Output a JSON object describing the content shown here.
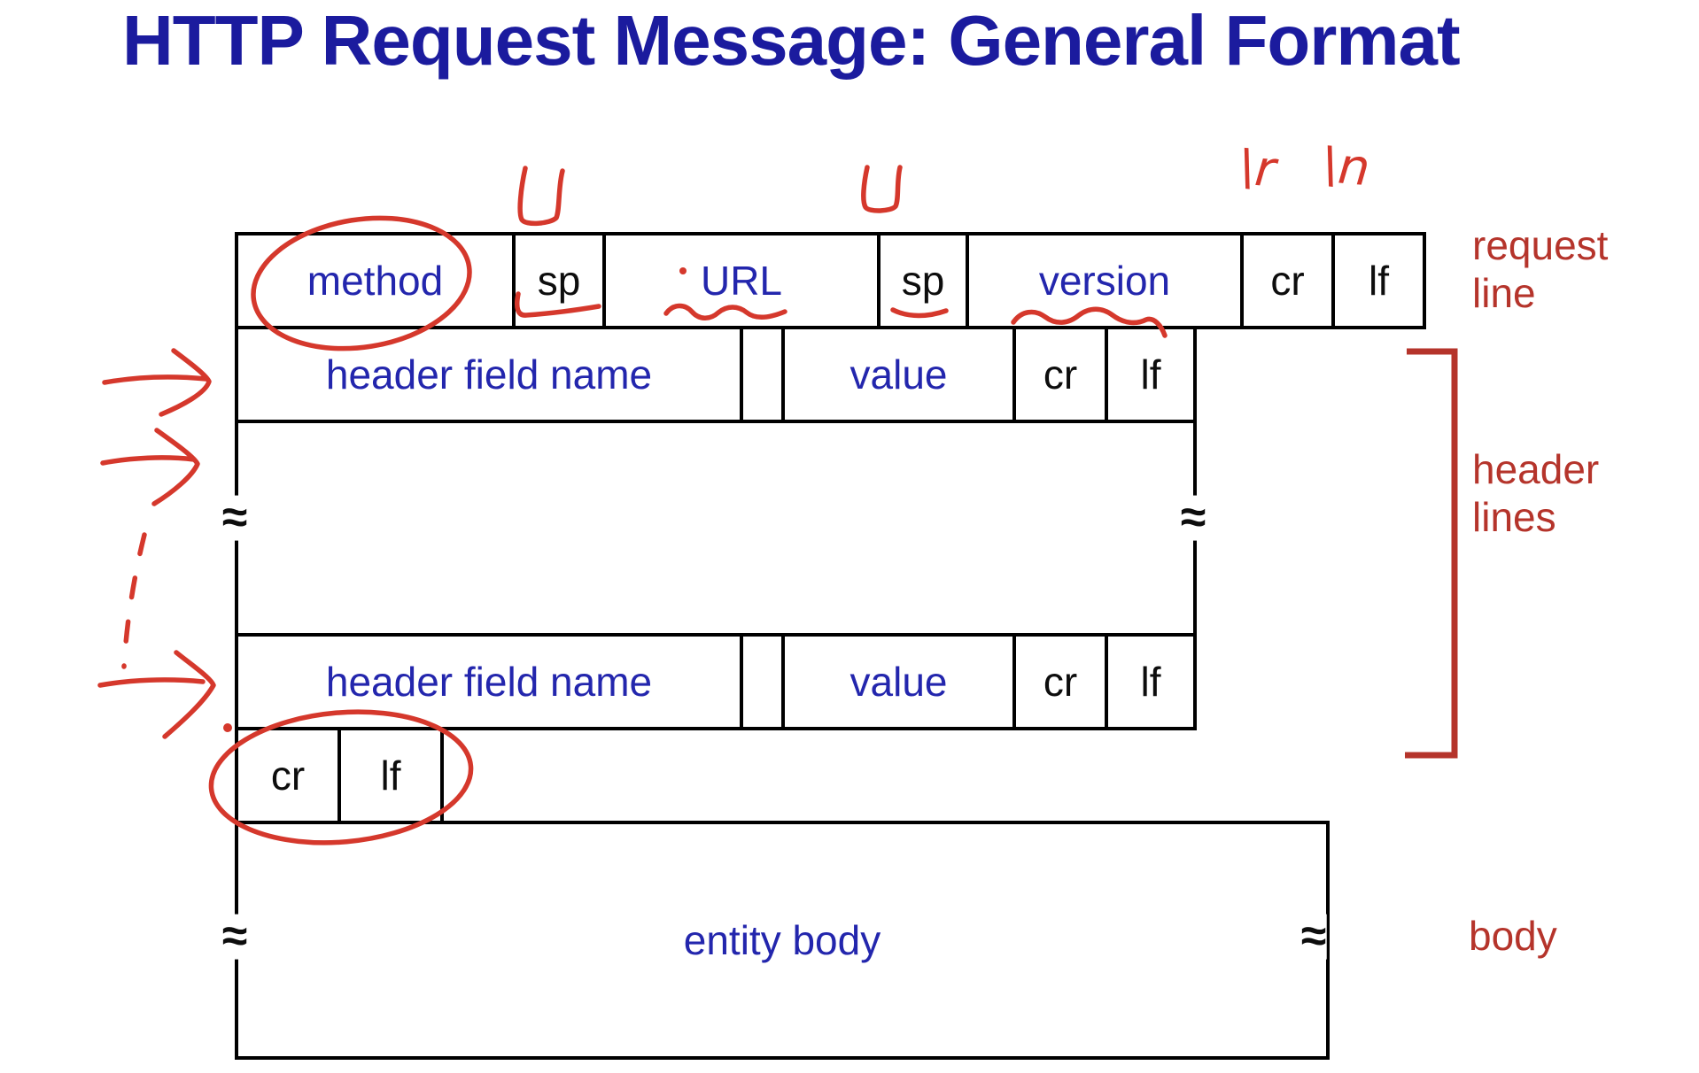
{
  "title": "HTTP Request Message: General Format",
  "colors": {
    "title_blue": "#1b1b9e",
    "field_blue": "#2326ad",
    "box_line_black": "#000000",
    "ink_red": "#d5382c",
    "label_red": "#b5342b"
  },
  "diagram": {
    "request_line": {
      "method": "method",
      "sp1": "sp",
      "url": "URL",
      "sp2": "sp",
      "version": "version",
      "cr": "cr",
      "lf": "lf"
    },
    "header_line_1": {
      "name": "header field name",
      "value": "value",
      "cr": "cr",
      "lf": "lf"
    },
    "header_line_2": {
      "name": "header field name",
      "value": "value",
      "cr": "cr",
      "lf": "lf"
    },
    "blank_line": {
      "cr": "cr",
      "lf": "lf"
    },
    "body_box": {
      "label": "entity body"
    },
    "break_mark": "≈"
  },
  "side_labels": {
    "request_line": [
      "request",
      "line"
    ],
    "header_lines": [
      "header",
      "lines"
    ],
    "body": [
      "body"
    ]
  },
  "handwritten": {
    "cr_escape": "\\r",
    "lf_escape": "\\n",
    "marks": [
      "circle-around-method",
      "underline-sp-1",
      "squiggle-under-url",
      "underline-sp-2",
      "squiggle-under-version",
      "space-mark-above-sp-1",
      "space-mark-above-sp-2",
      "arrow-to-header-line-1",
      "arrow-to-header-area",
      "dashed-line",
      "arrow-to-header-line-2",
      "circle-around-crlf",
      "header-lines-bracket"
    ]
  }
}
